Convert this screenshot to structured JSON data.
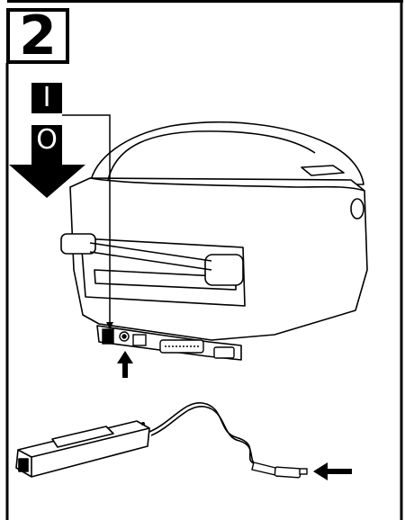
{
  "step": {
    "number": "2"
  },
  "power_switch": {
    "on_label": "I",
    "off_label": "O"
  },
  "icons": {
    "power_off_arrow": "down-arrow-icon",
    "port_indicator": "up-arrow-icon",
    "plug_indicator": "left-arrow-icon"
  },
  "colors": {
    "ink": "#000000",
    "paper": "#ffffff"
  }
}
